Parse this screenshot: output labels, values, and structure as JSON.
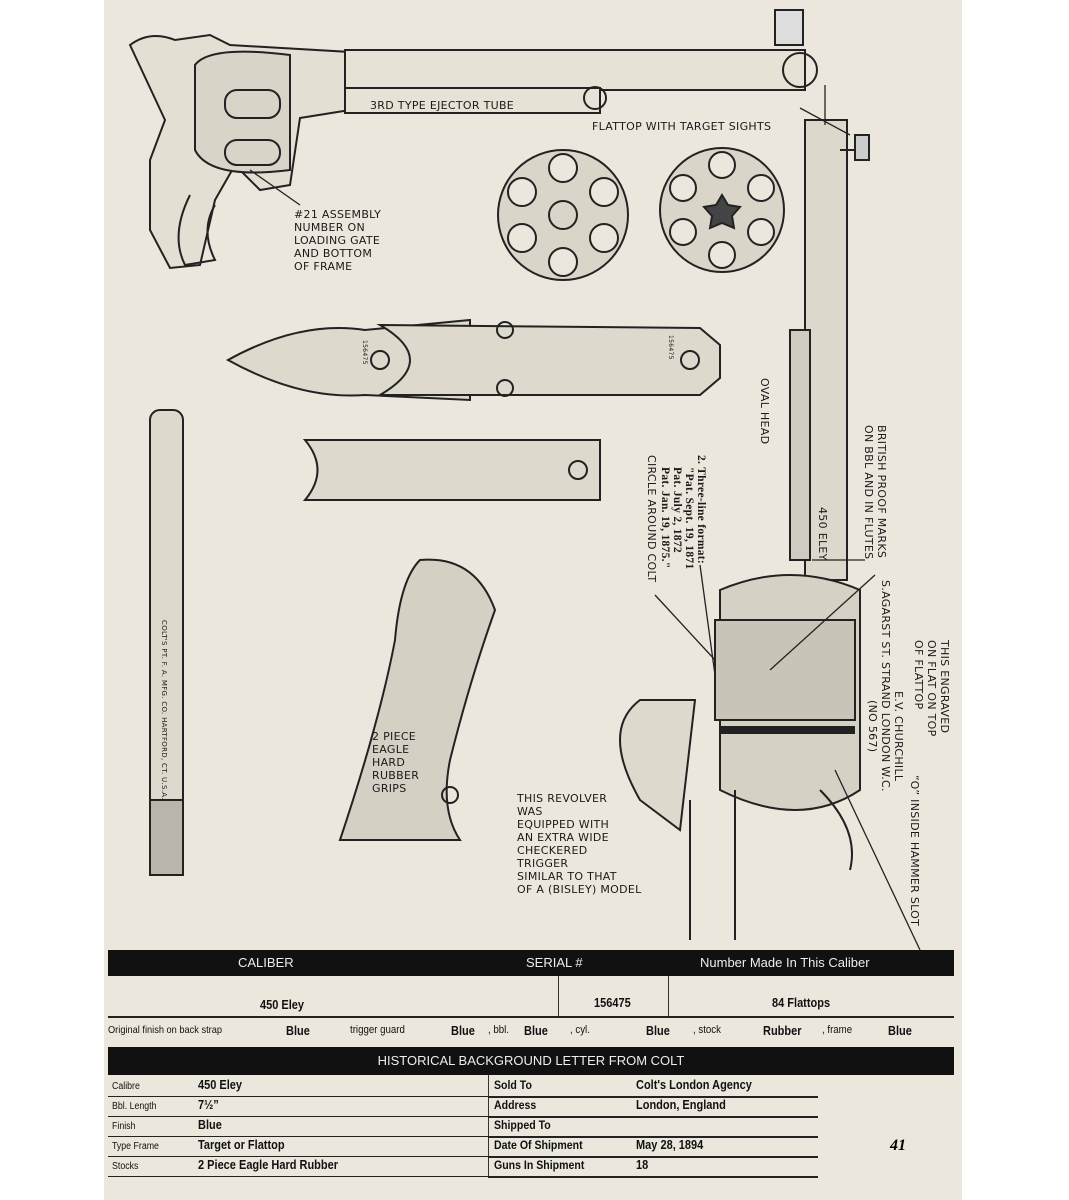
{
  "annotations": {
    "ejector_tube": "3RD TYPE EJECTOR TUBE",
    "flattop": "FLATTOP WITH TARGET SIGHTS",
    "assembly": [
      "#21 ASSEMBLY",
      "NUMBER ON",
      "LOADING GATE",
      "AND BOTTOM",
      "OF FRAME"
    ],
    "oval_head": "OVAL HEAD",
    "british_proof": [
      "BRITISH PROOF MARKS",
      "ON BBL AND IN FLUTES"
    ],
    "eley": "450 ELEY",
    "patent": [
      "2. Three-line format:",
      "\"Pat. Sept. 19, 1871",
      "Pat. July 2, 1872",
      "Pat. Jan. 19, 1875.\""
    ],
    "circle_colt": "CIRCLE AROUND COLT",
    "engraved": [
      "THIS ENGRAVED",
      "ON FLAT ON TOP",
      "OF FLATTOP"
    ],
    "churchill": [
      "E.V. CHURCHILL",
      "S.AGARST ST. STRAND LONDON W.C.",
      "(NO 567)"
    ],
    "hammer_slot": "“O” INSIDE HAMMER SLOT",
    "grips": [
      "2 PIECE",
      "EAGLE",
      "HARD",
      "RUBBER",
      "GRIPS"
    ],
    "trigger": [
      "THIS REVOLVER",
      "WAS",
      "EQUIPPED WITH",
      "AN EXTRA WIDE",
      "CHECKERED",
      "TRIGGER",
      "SIMILAR TO THAT",
      "OF A (BISLEY) MODEL"
    ],
    "ejector_rod_stamp": "COLT'S PT. F. A. MFG. CO. HARTFORD, CT. U.S.A.",
    "backstrap_serial_a": "156475",
    "backstrap_serial_b": "156475"
  },
  "summary": {
    "headers": [
      "CALIBER",
      "SERIAL #",
      "Number Made In This Caliber"
    ],
    "values": [
      "450 Eley",
      "156475",
      "84 Flattops"
    ]
  },
  "finish": {
    "back_strap_label": "Original finish on back strap",
    "back_strap": "Blue",
    "trigger_guard_label": "trigger guard",
    "trigger_guard": "Blue",
    "bbl_label": ", bbl.",
    "bbl": "Blue",
    "cyl_label": ", cyl.",
    "cyl": "Blue",
    "stock_label": ", stock",
    "stock": "Rubber",
    "frame_label": ", frame",
    "frame": "Blue"
  },
  "letter": {
    "title": "HISTORICAL BACKGROUND LETTER FROM COLT",
    "left": [
      {
        "label": "Calibre",
        "value": "450 Eley"
      },
      {
        "label": "Bbl. Length",
        "value": "7½”"
      },
      {
        "label": "Finish",
        "value": "Blue"
      },
      {
        "label": "Type Frame",
        "value": "Target or Flattop"
      },
      {
        "label": "Stocks",
        "value": "2 Piece Eagle Hard Rubber"
      }
    ],
    "right": [
      {
        "label": "Sold To",
        "value": "Colt's London Agency"
      },
      {
        "label": "Address",
        "value": "London, England"
      },
      {
        "label": "Shipped To",
        "value": ""
      },
      {
        "label": "Date Of Shipment",
        "value": "May 28, 1894"
      },
      {
        "label": "Guns In Shipment",
        "value": "18"
      }
    ]
  },
  "page_number": "41"
}
